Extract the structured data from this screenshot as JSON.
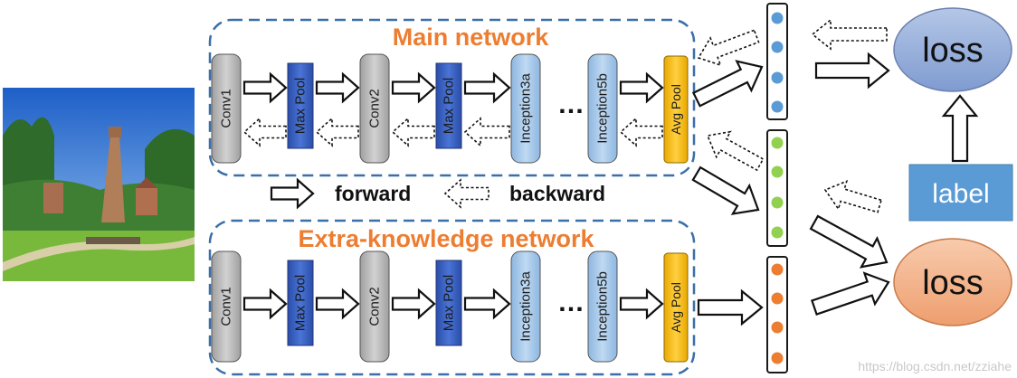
{
  "main_network": {
    "title": "Main network",
    "layers": [
      "Conv1",
      "Max Pool",
      "Conv2",
      "Max Pool",
      "Inception3a",
      "Inception5b",
      "Avg Pool"
    ],
    "ellipsis": "…"
  },
  "extra_network": {
    "title": "Extra-knowledge network",
    "layers": [
      "Conv1",
      "Max Pool",
      "Conv2",
      "Max Pool",
      "Inception3a",
      "Inception5b",
      "Avg Pool"
    ],
    "ellipsis": "…"
  },
  "legend": {
    "forward": "forward",
    "backward": "backward"
  },
  "outputs": {
    "loss_top": "loss",
    "loss_bottom": "loss",
    "label": "label"
  },
  "watermark": "https://blog.csdn.net/zziahe",
  "colors": {
    "conv": "#BFBFBF",
    "pool": "#3C64C8",
    "inception": "#9DC3E6",
    "avg_pool": "#FFC000",
    "title": "#ED7D31",
    "dot_blue": "#5B9BD5",
    "dot_green": "#92D050",
    "dot_orange": "#ED7D31",
    "label_box": "#5B9BD5",
    "loss_top": "#8EA9DB",
    "loss_bottom": "#F4B183"
  },
  "icons": {
    "photo": "campus-tower-photo",
    "forward_arrow": "hollow-right-arrow-icon",
    "backward_arrow": "dashed-left-arrow-icon"
  }
}
